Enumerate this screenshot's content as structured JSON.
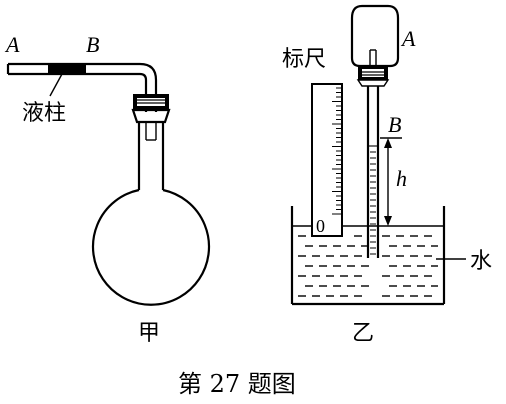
{
  "figure_jia": {
    "label_A": "A",
    "label_B": "B",
    "liquid_column_label": "液柱",
    "caption": "甲"
  },
  "figure_yi": {
    "ruler_label": "标尺",
    "label_A": "A",
    "label_B": "B",
    "height_label": "h",
    "zero_mark": "0",
    "water_label": "水",
    "caption": "乙"
  },
  "figure_caption": "第 27 题图"
}
